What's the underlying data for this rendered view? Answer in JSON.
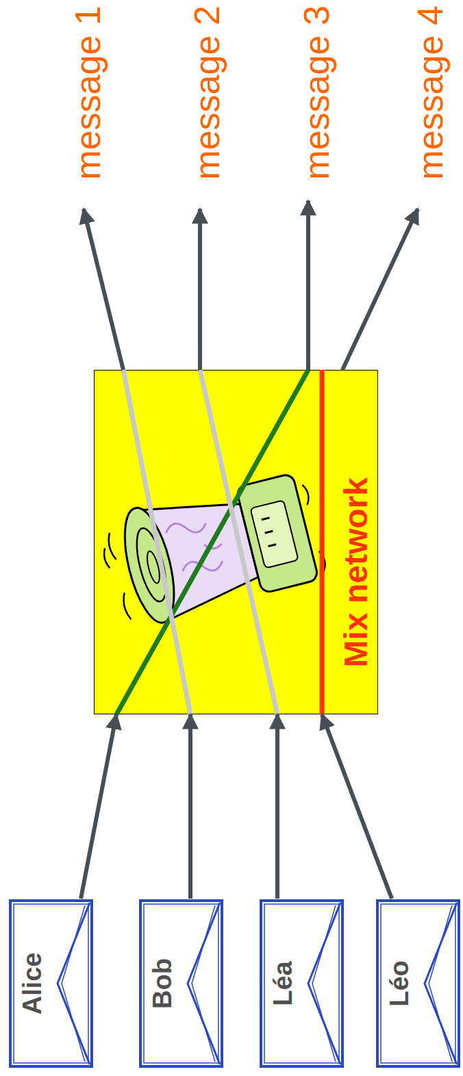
{
  "diagram": {
    "nodes": [
      {
        "text": [
          "Alice"
        ]
      },
      {
        "text": [
          "Bob"
        ]
      },
      {
        "text": [
          "Léa"
        ]
      },
      {
        "text": [
          "Léo"
        ]
      },
      {
        "text": [
          "Mix network"
        ]
      },
      {
        "text": [
          "message 1"
        ]
      },
      {
        "text": [
          "message 2"
        ]
      },
      {
        "text": [
          "message 3"
        ]
      },
      {
        "text": [
          "message 4"
        ]
      }
    ],
    "edges": [
      {
        "from": 0,
        "to": 4,
        "arrow": "to"
      },
      {
        "from": 1,
        "to": 4,
        "arrow": "to"
      },
      {
        "from": 2,
        "to": 4,
        "arrow": "to"
      },
      {
        "from": 3,
        "to": 4,
        "arrow": "to"
      },
      {
        "from": 4,
        "to": 5,
        "arrow": "to"
      },
      {
        "from": 4,
        "to": 6,
        "arrow": "to"
      },
      {
        "from": 4,
        "to": 7,
        "arrow": "to"
      },
      {
        "from": 4,
        "to": 8,
        "arrow": "to"
      }
    ]
  }
}
